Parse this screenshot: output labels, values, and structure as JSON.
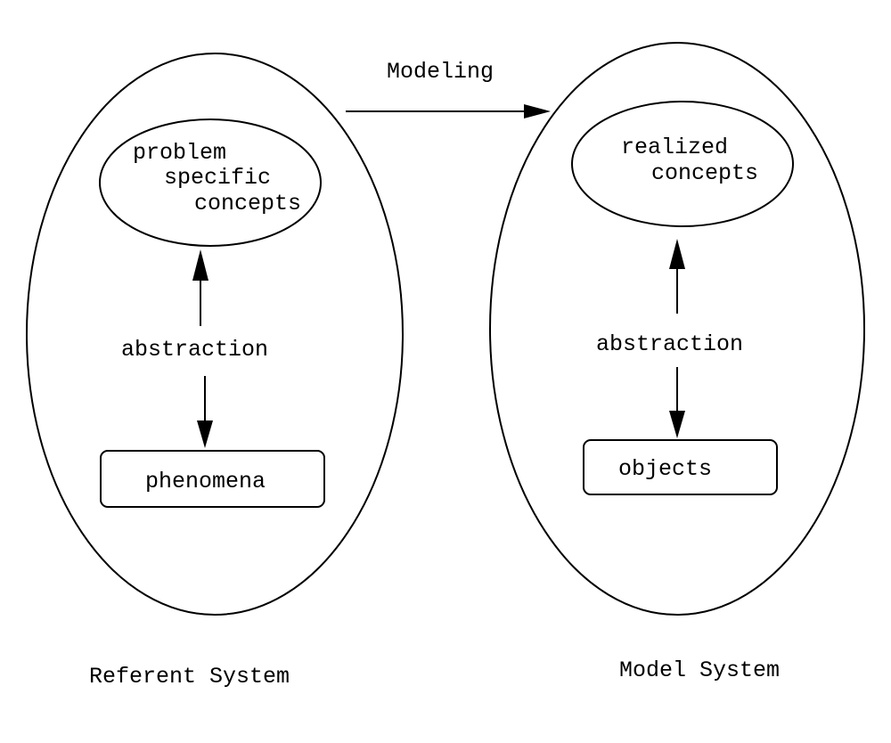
{
  "modeling_label": "Modeling",
  "referent": {
    "concepts_lines": [
      "problem",
      "specific",
      "concepts"
    ],
    "relation_label": "abstraction",
    "phenomena_label": "phenomena",
    "system_label": "Referent System"
  },
  "model": {
    "concepts_lines": [
      "realized",
      "concepts"
    ],
    "relation_label": "abstraction",
    "objects_label": "objects",
    "system_label": "Model System"
  }
}
